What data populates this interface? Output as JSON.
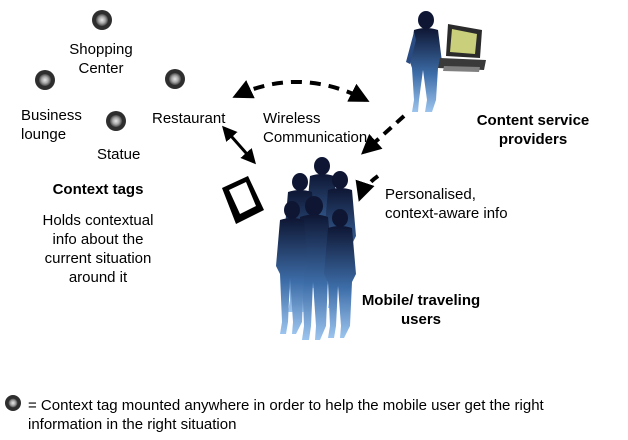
{
  "tags": {
    "shopping_center": "Shopping\nCenter",
    "business_lounge": "Business\nlounge",
    "statue": "Statue",
    "restaurant": "Restaurant"
  },
  "wireless": "Wireless\nCommunication",
  "context_tags": {
    "title": "Context tags",
    "description": "Holds contextual\ninfo about the\ncurrent situation\naround it"
  },
  "content_providers": "Content service\nproviders",
  "personalised": "Personalised,\ncontext-aware info",
  "mobile_users": "Mobile/ traveling\nusers",
  "legend": {
    "text": "= Context tag mounted anywhere in order to help the mobile user get the right information in the right situation"
  },
  "colors": {
    "tag_ring": "#3a3a3a",
    "tag_inner": "#b5b5b5",
    "figure_dark": "#101a3c",
    "figure_light": "#6e9ed6",
    "arrow": "#000000"
  }
}
